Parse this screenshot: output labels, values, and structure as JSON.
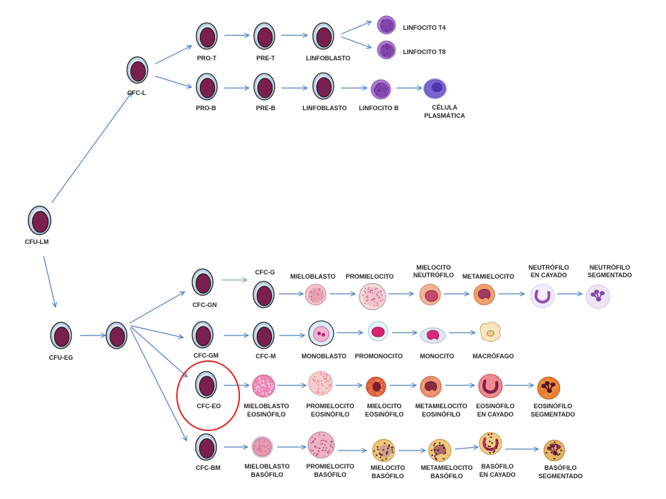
{
  "lymphoid": {
    "cfu_lm": "CFU-LM",
    "cfc_l": "CFC-L",
    "t_lineage": {
      "pro": "PRO-T",
      "pre": "PRE-T",
      "blast": "LINFOBLASTO",
      "t4": "LINFOCITO T4",
      "t8": "LINFOCITO T8"
    },
    "b_lineage": {
      "pro": "PRO-B",
      "pre": "PRE-B",
      "blast": "LINFOBLASTO",
      "lymphocyte": "LINFOCITO B",
      "plasma_cell": [
        "CÉLULA",
        "PLASMÁTICA"
      ]
    }
  },
  "myeloid": {
    "cfu_eg": "CFU-EG",
    "neutrophil": {
      "progenitor": "CFC-GN",
      "committed": "CFC-G",
      "stages": [
        [
          "MIELOBLASTO"
        ],
        [
          "PROMIELOCITO"
        ],
        [
          "MIELOCITO",
          "NEUTRÓFILO"
        ],
        [
          "METAMIELOCITO"
        ],
        [
          "NEUTRÓFILO",
          "EN CAYADO"
        ],
        [
          "NEUTRÓFILO",
          "SEGMENTADO"
        ]
      ]
    },
    "monocyte": {
      "progenitor": "CFC-GM",
      "committed": "CFC-M",
      "stages": [
        [
          "MONOBLASTO"
        ],
        [
          "PROMONOCITO"
        ],
        [
          "MONOCITO"
        ],
        [
          "MACRÓFAGO"
        ]
      ]
    },
    "eosinophil": {
      "progenitor": "CFC-EO",
      "stages": [
        [
          "MIELOBLASTO",
          "EOSINÓFILO"
        ],
        [
          "PROMIELOCITO",
          "EOSINÓFILO"
        ],
        [
          "MIELOCITO",
          "EOSINÓFILO"
        ],
        [
          "METAMIELOCITO",
          "EOSINÓFILO"
        ],
        [
          "EOSINÓFILO",
          "EN CAYADO"
        ],
        [
          "EOSINÓFILO",
          "SEGMENTADO"
        ]
      ]
    },
    "basophil": {
      "progenitor": "CFC-BM",
      "stages": [
        [
          "MIELOBLASTO",
          "BASÓFILO"
        ],
        [
          "PROMIELOCITO",
          "BASÓFILO"
        ],
        [
          "MIELOCITO",
          "BASÓFILO"
        ],
        [
          "METAMIELOCITO",
          "BASÓFILO"
        ],
        [
          "BASÓFILO",
          "EN CAYADO"
        ],
        [
          "BASÓFILO",
          "SEGMENTADO"
        ]
      ]
    }
  },
  "colors": {
    "background": "#ffffff",
    "arrow": "#4e7fc0",
    "arrow_thin": "#6a86a8",
    "progenitor_ring": "#dde8f2",
    "progenitor_nucleus": "#7b1f4f",
    "cell_outline": "#1c1c1c",
    "highlight": "#e0221f",
    "label_text": "#262626"
  }
}
